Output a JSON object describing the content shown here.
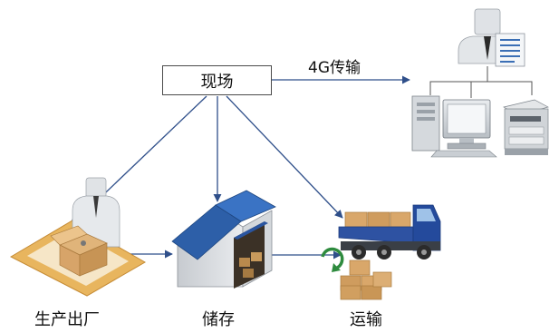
{
  "diagram": {
    "site_label": "现场",
    "transmission_label": "4G传输",
    "nodes": {
      "production": "生产出厂",
      "storage": "储存",
      "transport": "运输"
    }
  },
  "colors": {
    "arrow": "#2f4f8a",
    "warehouse_roof": "#2d5fa8",
    "truck_cab": "#244a9c",
    "wood_frame": "#e8b55e",
    "box": "#d9a76a",
    "cycle_arrow": "#2e8b3e"
  }
}
